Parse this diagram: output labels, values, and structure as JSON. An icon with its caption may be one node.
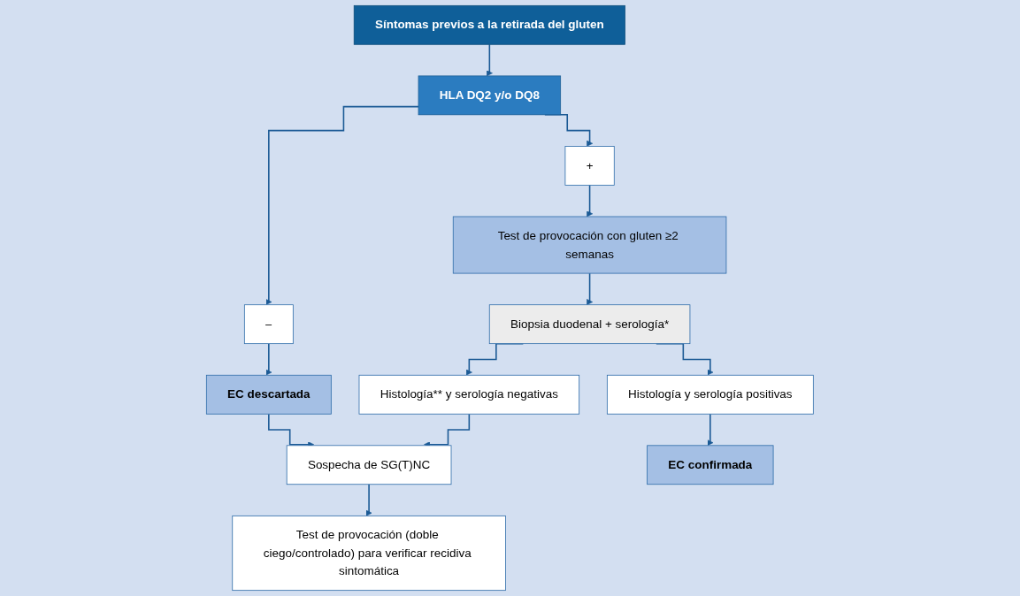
{
  "diagram": {
    "nodes": [
      {
        "text": [
          "Síntomas previos a la retirada del gluten"
        ]
      },
      {
        "text": [
          "HLA DQ2 y/o DQ8"
        ]
      },
      {
        "text": [
          "–"
        ]
      },
      {
        "text": [
          "+"
        ]
      },
      {
        "text": [
          "EC descartada"
        ]
      },
      {
        "text": [
          "Test de provocación con gluten ≥2 semanas"
        ]
      },
      {
        "text": [
          "Biopsia duodenal + serología*"
        ]
      },
      {
        "text": [
          "Sospecha de SG(T)NC"
        ]
      },
      {
        "text": [
          "Histología** y serología negativas"
        ]
      },
      {
        "text": [
          "Histología y serología positivas"
        ]
      },
      {
        "text": [
          "Test de provocación (doble ciego/controlado) para verificar recidiva sintomática"
        ]
      },
      {
        "text": [
          "EC confirmada"
        ]
      }
    ],
    "edges": [
      {
        "from": 0,
        "to": 1,
        "arrow": "to"
      },
      {
        "from": 1,
        "to": 2,
        "arrow": "to"
      },
      {
        "from": 1,
        "to": 3,
        "arrow": "to"
      },
      {
        "from": 2,
        "to": 4,
        "arrow": "to"
      },
      {
        "from": 3,
        "to": 5,
        "arrow": "to"
      },
      {
        "from": 4,
        "to": 7,
        "arrow": "to"
      },
      {
        "from": 5,
        "to": 6,
        "arrow": "to"
      },
      {
        "from": 6,
        "to": 8,
        "arrow": "to"
      },
      {
        "from": 6,
        "to": 9,
        "arrow": "to"
      },
      {
        "from": 8,
        "to": 7,
        "arrow": "to"
      },
      {
        "from": 7,
        "to": 10,
        "arrow": "to"
      },
      {
        "from": 9,
        "to": 11,
        "arrow": "to"
      }
    ]
  }
}
